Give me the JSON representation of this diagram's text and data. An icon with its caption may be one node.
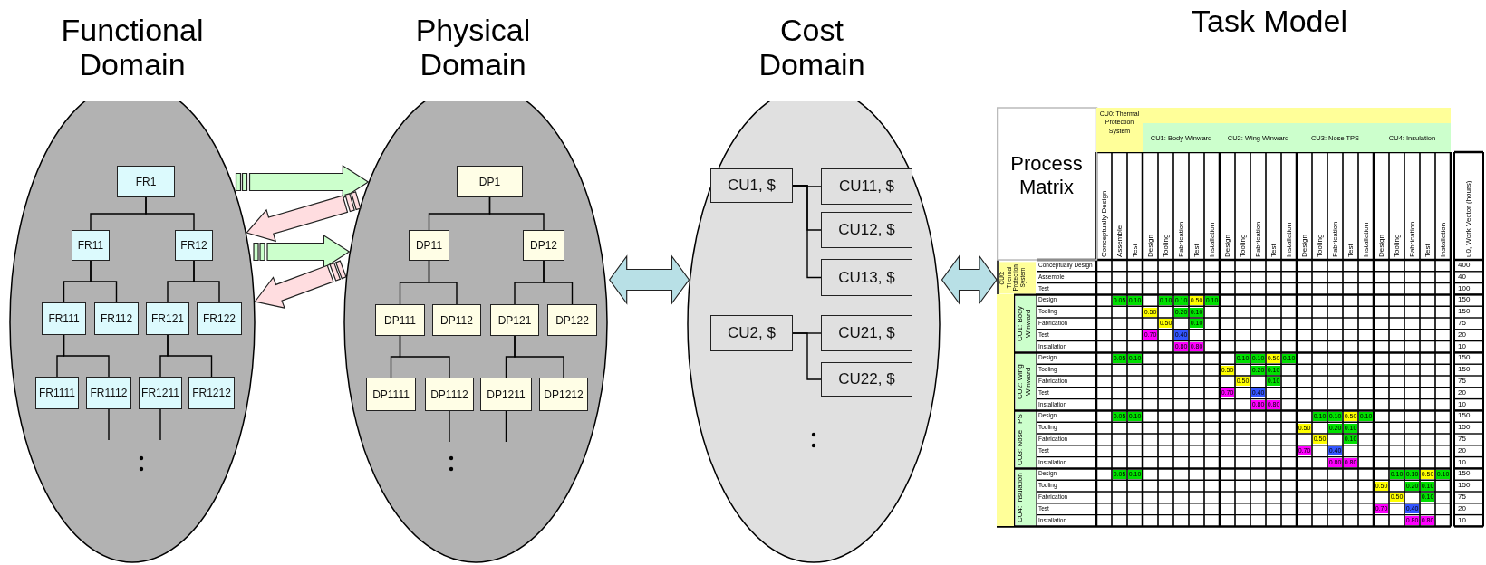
{
  "diagram": {
    "nodes": [
      {
        "text": [
          "Functional Domain"
        ]
      },
      {
        "text": [
          "FR1"
        ],
        "in": 0
      },
      {
        "text": [
          "FR11"
        ],
        "in": 0
      },
      {
        "text": [
          "FR12"
        ],
        "in": 0
      },
      {
        "text": [
          "FR111"
        ],
        "in": 0
      },
      {
        "text": [
          "FR112"
        ],
        "in": 0
      },
      {
        "text": [
          "FR121"
        ],
        "in": 0
      },
      {
        "text": [
          "FR122"
        ],
        "in": 0
      },
      {
        "text": [
          "FR1111"
        ],
        "in": 0
      },
      {
        "text": [
          "FR1112"
        ],
        "in": 0
      },
      {
        "text": [
          "FR1211"
        ],
        "in": 0
      },
      {
        "text": [
          "FR1212"
        ],
        "in": 0
      },
      {
        "text": [
          "Physical Domain"
        ]
      },
      {
        "text": [
          "DP1"
        ],
        "in": 12
      },
      {
        "text": [
          "DP11"
        ],
        "in": 12
      },
      {
        "text": [
          "DP12"
        ],
        "in": 12
      },
      {
        "text": [
          "DP111"
        ],
        "in": 12
      },
      {
        "text": [
          "DP112"
        ],
        "in": 12
      },
      {
        "text": [
          "DP121"
        ],
        "in": 12
      },
      {
        "text": [
          "DP122"
        ],
        "in": 12
      },
      {
        "text": [
          "DP1111"
        ],
        "in": 12
      },
      {
        "text": [
          "DP1112"
        ],
        "in": 12
      },
      {
        "text": [
          "DP1211"
        ],
        "in": 12
      },
      {
        "text": [
          "DP1212"
        ],
        "in": 12
      },
      {
        "text": [
          "Cost Domain"
        ]
      },
      {
        "text": [
          "CU1, $"
        ],
        "in": 24
      },
      {
        "text": [
          "CU11, $"
        ],
        "in": 24
      },
      {
        "text": [
          "CU12, $"
        ],
        "in": 24
      },
      {
        "text": [
          "CU13, $"
        ],
        "in": 24
      },
      {
        "text": [
          "CU2, $"
        ],
        "in": 24
      },
      {
        "text": [
          "CU21, $"
        ],
        "in": 24
      },
      {
        "text": [
          "CU22, $"
        ],
        "in": 24
      },
      {
        "text": [
          "Task Model",
          "Process Matrix"
        ]
      }
    ],
    "edges": [
      {
        "from": 1,
        "to": 2,
        "arrow": "none"
      },
      {
        "from": 1,
        "to": 3,
        "arrow": "none"
      },
      {
        "from": 2,
        "to": 4,
        "arrow": "none"
      },
      {
        "from": 2,
        "to": 5,
        "arrow": "none"
      },
      {
        "from": 3,
        "to": 6,
        "arrow": "none"
      },
      {
        "from": 3,
        "to": 7,
        "arrow": "none"
      },
      {
        "from": 4,
        "to": 8,
        "arrow": "none"
      },
      {
        "from": 4,
        "to": 9,
        "arrow": "none"
      },
      {
        "from": 6,
        "to": 10,
        "arrow": "none"
      },
      {
        "from": 6,
        "to": 11,
        "arrow": "none"
      },
      {
        "from": 9,
        "to": null,
        "arrow": "none"
      },
      {
        "from": 10,
        "to": null,
        "arrow": "none"
      },
      {
        "from": 0,
        "to": 12,
        "arrow": "to",
        "style": "thick",
        "color": "#ccffcc"
      },
      {
        "from": 12,
        "to": 0,
        "arrow": "to",
        "style": "thick",
        "color": "#ffdde0"
      },
      {
        "from": 0,
        "to": 12,
        "arrow": "to",
        "style": "thick",
        "color": "#ccffcc"
      },
      {
        "from": 12,
        "to": 0,
        "arrow": "to",
        "style": "thick",
        "color": "#ffdde0"
      },
      {
        "from": 13,
        "to": 14,
        "arrow": "none"
      },
      {
        "from": 13,
        "to": 15,
        "arrow": "none"
      },
      {
        "from": 14,
        "to": 16,
        "arrow": "none"
      },
      {
        "from": 14,
        "to": 17,
        "arrow": "none"
      },
      {
        "from": 15,
        "to": 18,
        "arrow": "none"
      },
      {
        "from": 15,
        "to": 19,
        "arrow": "none"
      },
      {
        "from": 16,
        "to": 20,
        "arrow": "none"
      },
      {
        "from": 16,
        "to": 21,
        "arrow": "none"
      },
      {
        "from": 18,
        "to": 22,
        "arrow": "none"
      },
      {
        "from": 18,
        "to": 23,
        "arrow": "none"
      },
      {
        "from": 21,
        "to": null,
        "arrow": "none"
      },
      {
        "from": 22,
        "to": null,
        "arrow": "none"
      },
      {
        "from": 25,
        "to": 26,
        "arrow": "none"
      },
      {
        "from": 25,
        "to": 27,
        "arrow": "none"
      },
      {
        "from": 25,
        "to": 28,
        "arrow": "none"
      },
      {
        "from": 29,
        "to": 30,
        "arrow": "none"
      },
      {
        "from": 29,
        "to": 31,
        "arrow": "none"
      },
      {
        "from": 12,
        "to": 24,
        "arrow": "both",
        "style": "thick",
        "color": "#b8e0e6"
      },
      {
        "from": 24,
        "to": 32,
        "arrow": "both",
        "style": "thick",
        "color": "#b8e0e6"
      }
    ],
    "labels": [
      "CU0: Thermal Protection System",
      "CU1: Body Winward",
      "CU2: Wing Winward",
      "CU3: Nose TPS",
      "CU4: Insulation",
      "Conceptually Design",
      "Assemble",
      "Test",
      "Design",
      "Tooling",
      "Fabrication",
      "Test",
      "Installation",
      "Design",
      "Tooling",
      "Fabrication",
      "Test",
      "Installation",
      "Design",
      "Tooling",
      "Fabrication",
      "Test",
      "Installation",
      "Design",
      "Tooling",
      "Fabrication",
      "Test",
      "Installation",
      "u0, Work Vector (hours)",
      "CU0: Thermal Protection System",
      "Conceptually Design",
      "400",
      "Assemble",
      "40",
      "Test",
      "100",
      "CU1: Body Winward",
      "Design",
      "0.05",
      "0.10",
      "0.10",
      "0.10",
      "0.50",
      "0.10",
      "150",
      "Tooling",
      "0.50",
      "0.20",
      "0.10",
      "150",
      "Fabrication",
      "0.50",
      "0.10",
      "75",
      "Test",
      "0.70",
      "0.40",
      "20",
      "Installation",
      "0.80",
      "0.80",
      "10",
      "CU2: Wing Winward",
      "Design",
      "0.05",
      "0.10",
      "0.10",
      "0.10",
      "0.50",
      "0.10",
      "150",
      "Tooling",
      "0.50",
      "0.20",
      "0.10",
      "150",
      "Fabrication",
      "0.50",
      "0.10",
      "75",
      "Test",
      "0.70",
      "0.40",
      "20",
      "Installation",
      "0.80",
      "0.80",
      "10",
      "CU3: Nose TPS",
      "Design",
      "0.05",
      "0.10",
      "0.10",
      "0.10",
      "0.50",
      "0.10",
      "150",
      "Tooling",
      "0.50",
      "0.20",
      "0.10",
      "150",
      "Fabrication",
      "0.50",
      "0.10",
      "75",
      "Test",
      "0.70",
      "0.40",
      "20",
      "Installation",
      "0.80",
      "0.80",
      "10",
      "CU4: Insulation",
      "Design",
      "0.05",
      "0.10",
      "0.10",
      "0.10",
      "0.50",
      "0.10",
      "150",
      "Tooling",
      "0.50",
      "0.20",
      "0.10",
      "150",
      "Fabrication",
      "0.50",
      "0.10",
      "75",
      "Test",
      "0.70",
      "0.40",
      "20",
      "Installation",
      "0.80",
      "0.80",
      "10"
    ]
  }
}
